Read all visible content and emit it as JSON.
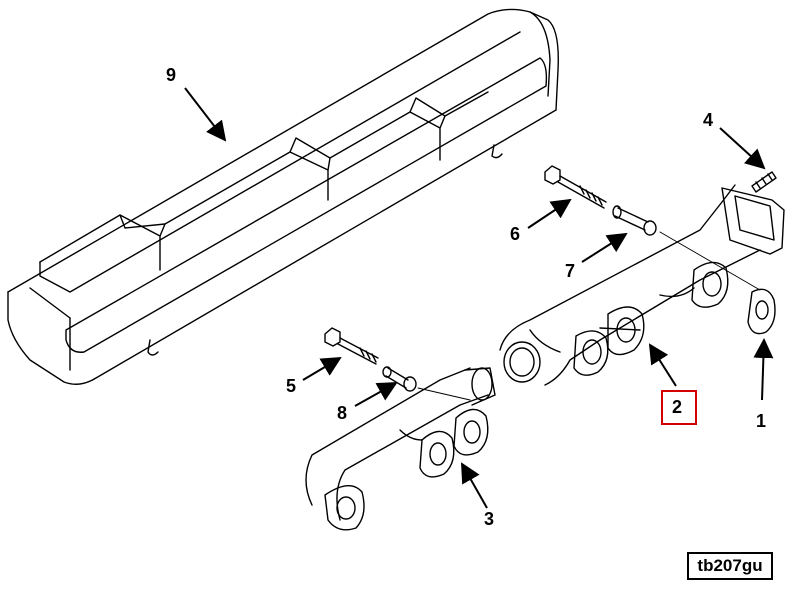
{
  "figure_id": "tb207gu",
  "callouts": {
    "c1": "1",
    "c2": "2",
    "c3": "3",
    "c4": "4",
    "c5": "5",
    "c6": "6",
    "c7": "7",
    "c8": "8",
    "c9": "9"
  },
  "highlighted_callout": "2",
  "colors": {
    "line": "#000000",
    "highlight": "#d40000",
    "background": "#ffffff"
  }
}
